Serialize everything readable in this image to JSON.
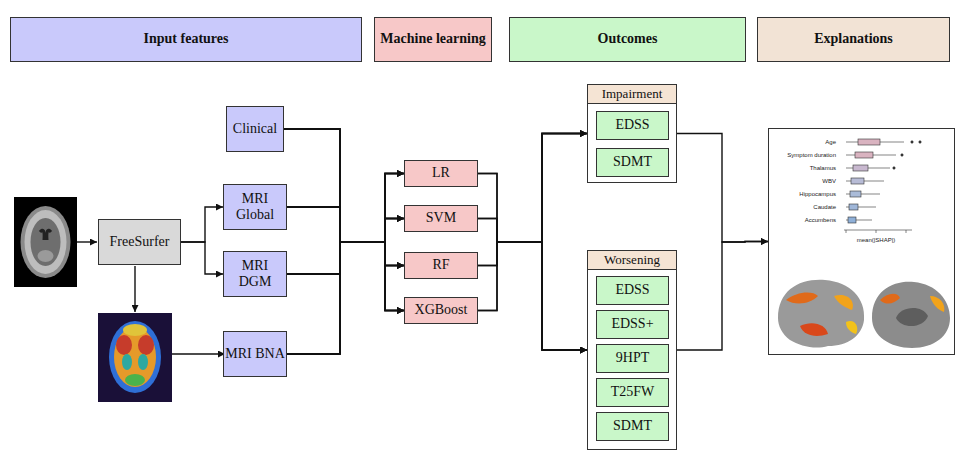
{
  "diagram": {
    "nodes": [
      {
        "text": [
          "Input features"
        ]
      },
      {
        "text": [
          "Machine learning"
        ]
      },
      {
        "text": [
          "Outcomes"
        ]
      },
      {
        "text": [
          "Explanations"
        ]
      },
      {
        "text": [
          "FreeSurfer"
        ]
      },
      {
        "text": [
          "Clinical"
        ]
      },
      {
        "text": [
          "MRI Global"
        ]
      },
      {
        "text": [
          "MRI DGM"
        ]
      },
      {
        "text": [
          "MRI BNA"
        ]
      },
      {
        "text": [
          "LR"
        ]
      },
      {
        "text": [
          "SVM"
        ]
      },
      {
        "text": [
          "RF"
        ]
      },
      {
        "text": [
          "XGBoost"
        ]
      },
      {
        "text": [
          "Impairment"
        ]
      },
      {
        "text": [
          "EDSS"
        ],
        "in": 13
      },
      {
        "text": [
          "SDMT"
        ],
        "in": 13
      },
      {
        "text": [
          "Worsening"
        ]
      },
      {
        "text": [
          "EDSS"
        ],
        "in": 16
      },
      {
        "text": [
          "EDSS+"
        ],
        "in": 16
      },
      {
        "text": [
          "9HPT"
        ],
        "in": 16
      },
      {
        "text": [
          "T25FW"
        ],
        "in": 16
      },
      {
        "text": [
          "SDMT"
        ],
        "in": 16
      },
      {
        "text": [
          "Age",
          "Symptom duration",
          "Thalamus",
          "WBV",
          "Hippocampus",
          "Caudate",
          "Accumbens",
          "mean(|SHAP|)"
        ]
      }
    ],
    "edges": [
      {
        "from": 4,
        "to": 6,
        "arrow": "to"
      },
      {
        "from": 4,
        "to": 7,
        "arrow": "to"
      },
      {
        "from": 5,
        "to": 9,
        "arrow": "to"
      },
      {
        "from": 5,
        "to": 10,
        "arrow": "to"
      },
      {
        "from": 5,
        "to": 11,
        "arrow": "to"
      },
      {
        "from": 5,
        "to": 12,
        "arrow": "to"
      },
      {
        "from": 6,
        "to": 9,
        "arrow": "to"
      },
      {
        "from": 6,
        "to": 10,
        "arrow": "to"
      },
      {
        "from": 6,
        "to": 11,
        "arrow": "to"
      },
      {
        "from": 6,
        "to": 12,
        "arrow": "to"
      },
      {
        "from": 7,
        "to": 9,
        "arrow": "to"
      },
      {
        "from": 7,
        "to": 10,
        "arrow": "to"
      },
      {
        "from": 7,
        "to": 11,
        "arrow": "to"
      },
      {
        "from": 7,
        "to": 12,
        "arrow": "to"
      },
      {
        "from": 8,
        "to": 9,
        "arrow": "to"
      },
      {
        "from": 8,
        "to": 10,
        "arrow": "to"
      },
      {
        "from": 8,
        "to": 11,
        "arrow": "to"
      },
      {
        "from": 8,
        "to": 12,
        "arrow": "to"
      },
      {
        "from": 9,
        "to": 13,
        "arrow": "to"
      },
      {
        "from": 9,
        "to": 16,
        "arrow": "to"
      },
      {
        "from": 10,
        "to": 13,
        "arrow": "to"
      },
      {
        "from": 10,
        "to": 16,
        "arrow": "to"
      },
      {
        "from": 11,
        "to": 13,
        "arrow": "to"
      },
      {
        "from": 11,
        "to": 16,
        "arrow": "to"
      },
      {
        "from": 12,
        "to": 13,
        "arrow": "to"
      },
      {
        "from": 12,
        "to": 16,
        "arrow": "to"
      },
      {
        "from": 13,
        "to": 22,
        "arrow": "to"
      },
      {
        "from": 16,
        "to": 22,
        "arrow": "to"
      }
    ]
  }
}
